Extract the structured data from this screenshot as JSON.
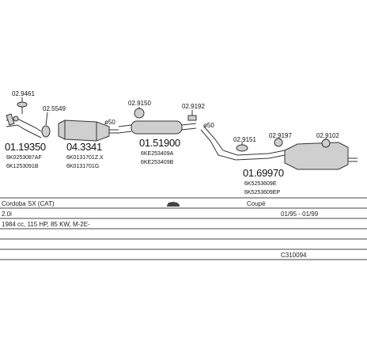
{
  "parts": {
    "p1": {
      "number": "01.19350",
      "ref1": "6K0253087AF",
      "ref2": "6K1253091B"
    },
    "p2": {
      "number": "04.3341",
      "ref1": "6K0131701Z.X",
      "ref2": "6K0131701G"
    },
    "p3": {
      "number": "01.51900",
      "ref1": "6KE253409A",
      "ref2": "6KE253409B"
    },
    "p4": {
      "number": "01.69970",
      "ref1": "6K5253609E",
      "ref2": "6K5253609EP"
    }
  },
  "small_parts": {
    "s1": "02.9461",
    "s2": "02.5549",
    "s3": "02.9150",
    "s4": "02.9192",
    "s5": "02.9151",
    "s6": "02.9197",
    "s7": "02.9102"
  },
  "diameters": {
    "d1": "ø50",
    "d2": "ø50"
  },
  "table": {
    "model": "Cordoba SX (CAT)",
    "body": "Coupé",
    "engine": "2.0i",
    "years": "01/95 - 01/99",
    "specs": "1984 cc, 115 HP, 85 KW, M-2E-",
    "code": "C310094"
  },
  "icons": {
    "car": "car-icon"
  }
}
